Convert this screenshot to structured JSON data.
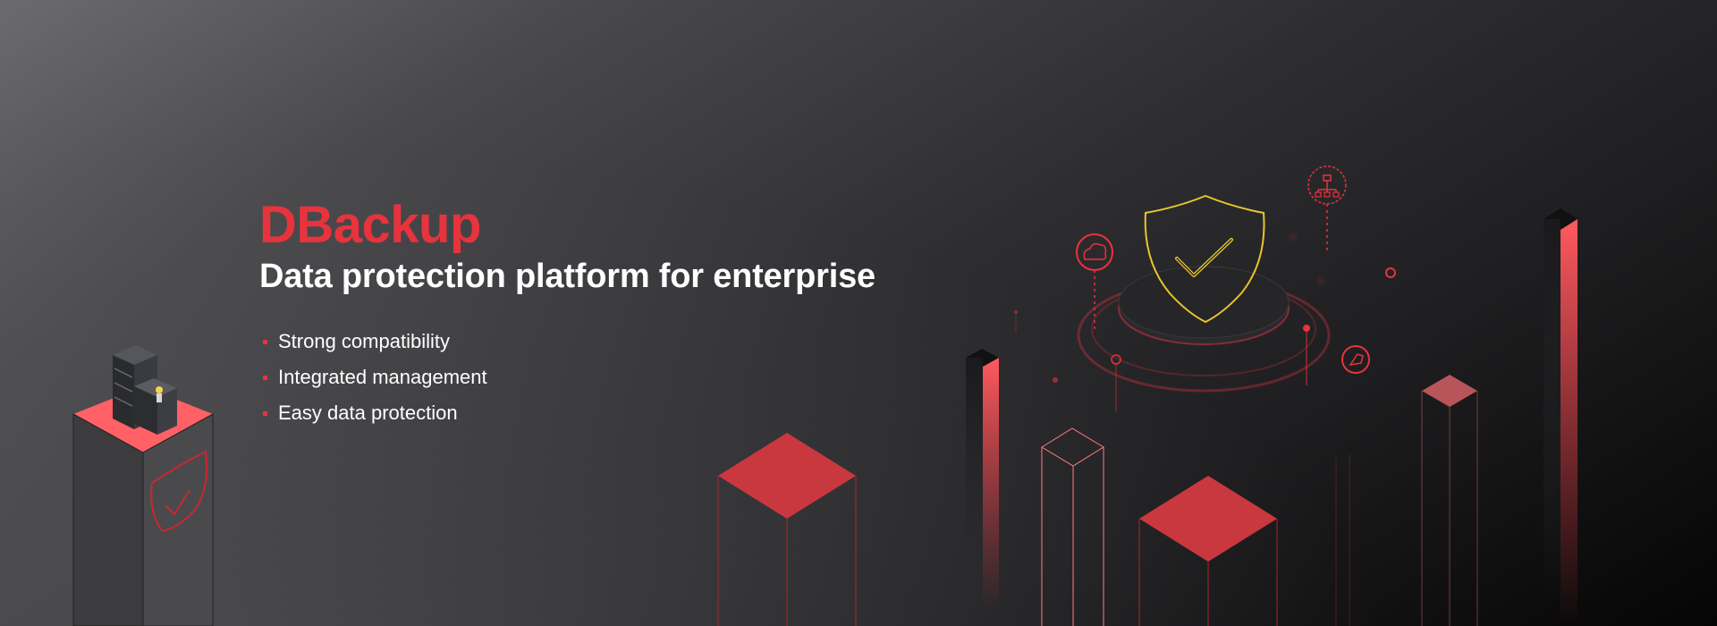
{
  "hero": {
    "title": "DBackup",
    "subtitle": "Data protection platform for enterprise",
    "features": [
      "Strong compatibility",
      "Integrated management",
      "Easy data protection"
    ]
  },
  "colors": {
    "accent_red": "#e8333d",
    "accent_yellow": "#e8c52c",
    "text_white": "#ffffff"
  },
  "icons": [
    "server-rack-icon",
    "shield-check-icon",
    "cloud-icon",
    "network-icon",
    "tag-icon"
  ]
}
